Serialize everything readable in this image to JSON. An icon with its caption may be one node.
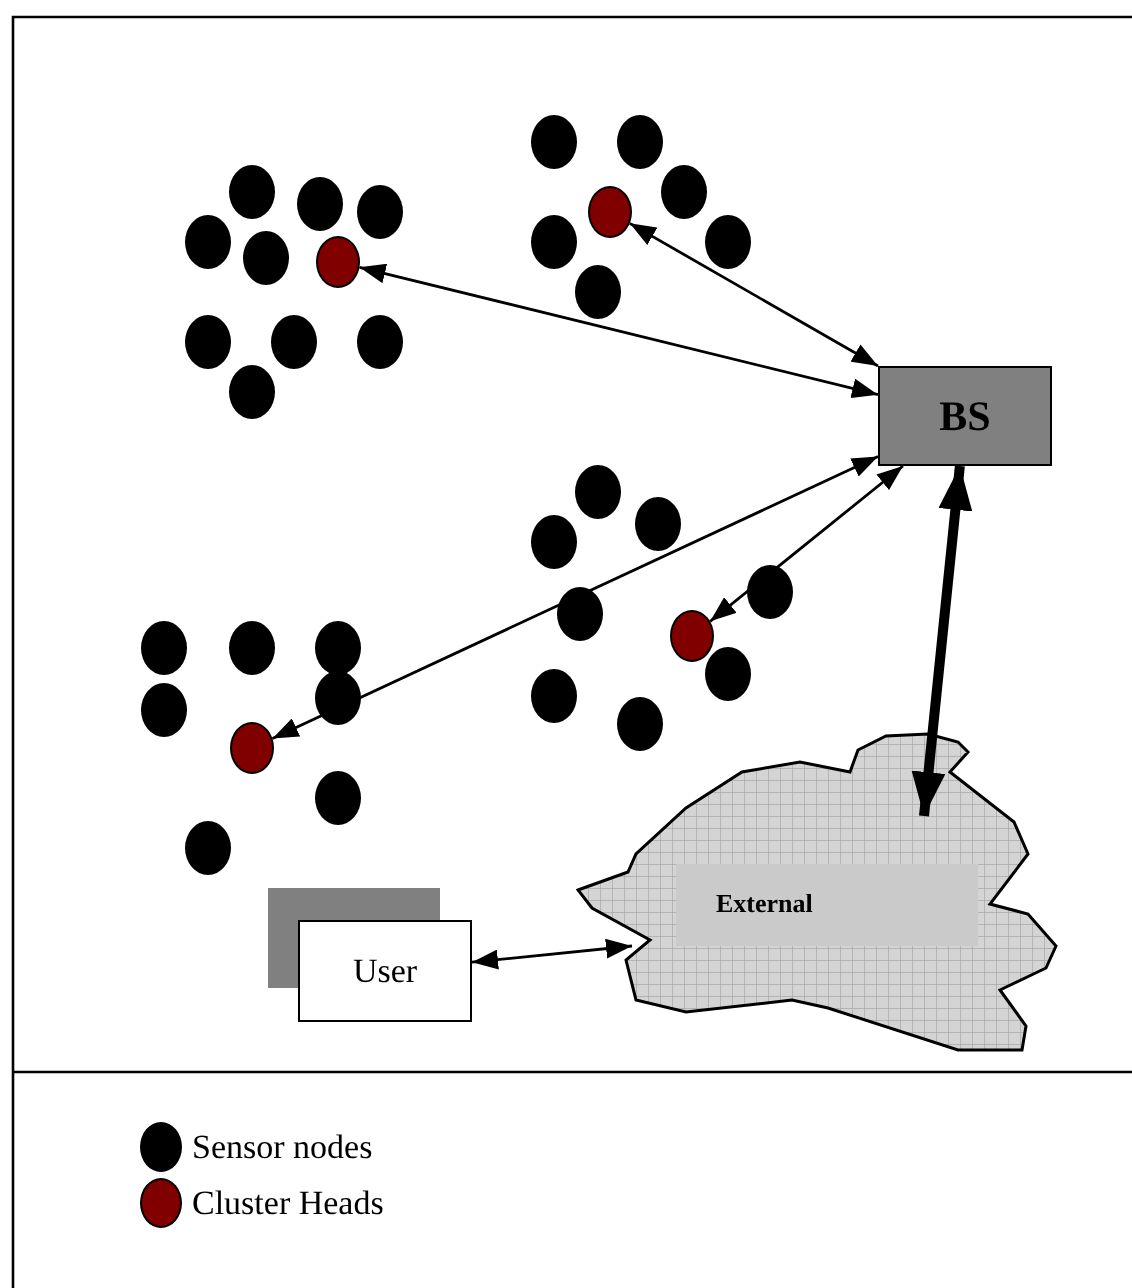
{
  "diagram": {
    "nodes": [
      {
        "text": [],
        "shape": "circle"
      },
      {
        "text": [],
        "shape": "circle"
      },
      {
        "text": [
          "BS"
        ]
      },
      {
        "text": [],
        "shape": "circle"
      },
      {
        "text": [],
        "shape": "circle"
      },
      {
        "text": [
          "User"
        ]
      },
      {
        "text": [
          "External"
        ]
      }
    ],
    "edges": [
      {
        "from": 2,
        "to": 0,
        "arrow": "both"
      },
      {
        "from": 2,
        "to": 1,
        "arrow": "both"
      },
      {
        "from": 2,
        "to": 3,
        "arrow": "both"
      },
      {
        "from": 2,
        "to": 4,
        "arrow": "both"
      },
      {
        "from": 2,
        "to": 6,
        "arrow": "both",
        "style": "thick"
      },
      {
        "from": 5,
        "to": 6,
        "arrow": "both"
      }
    ],
    "legend": [
      {
        "text": "Sensor nodes",
        "color": "#000000"
      },
      {
        "text": "Cluster Heads",
        "color": "#800000"
      }
    ]
  }
}
